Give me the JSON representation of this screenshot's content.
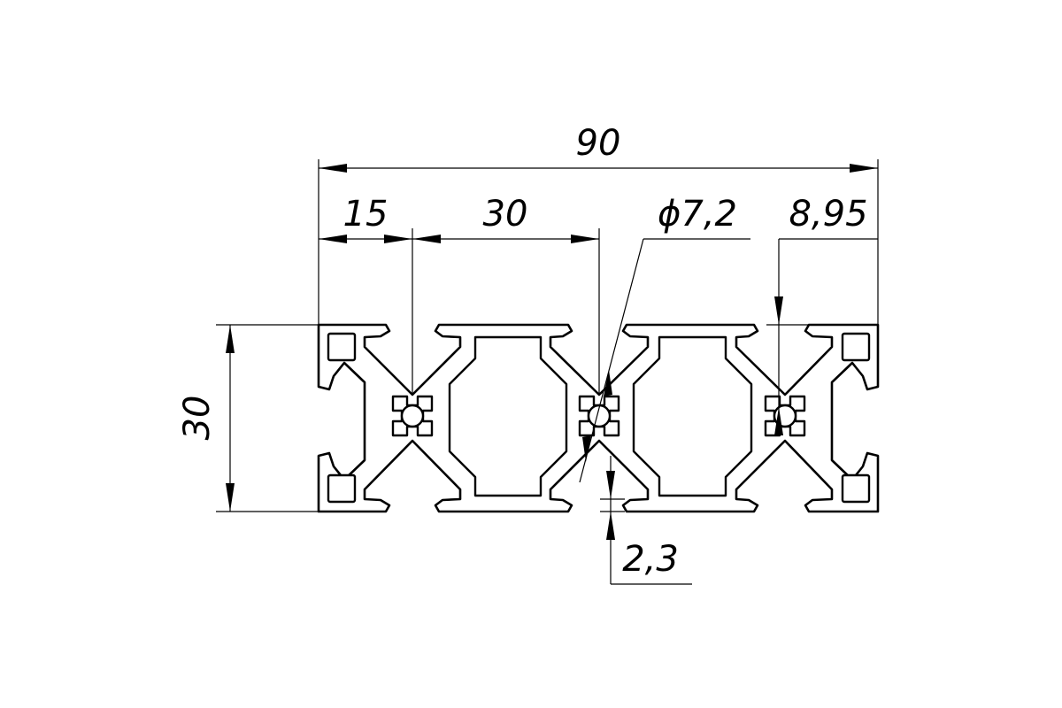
{
  "dimensions": {
    "overall_width": "90",
    "left_offset": "15",
    "pitch": "30",
    "bore_diameter": "ϕ7,2",
    "slot_width": "8,95",
    "height": "30",
    "wall_thickness": "2,3"
  }
}
